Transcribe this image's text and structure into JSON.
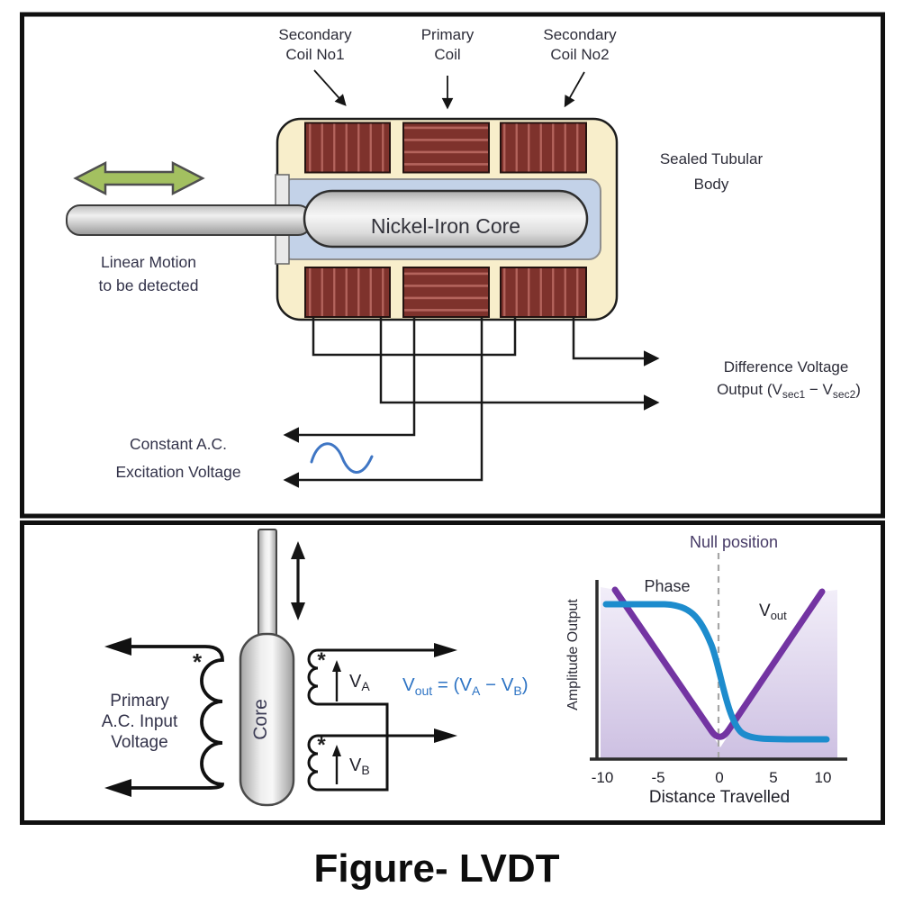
{
  "caption": "Figure- LVDT",
  "top_panel": {
    "coil_labels": {
      "sec1_l1": "Secondary",
      "sec1_l2": "Coil No1",
      "primary_l1": "Primary",
      "primary_l2": "Coil",
      "sec2_l1": "Secondary",
      "sec2_l2": "Coil No2"
    },
    "body_label_l1": "Sealed Tubular",
    "body_label_l2": "Body",
    "core_label": "Nickel-Iron Core",
    "motion_l1": "Linear Motion",
    "motion_l2": "to be detected",
    "output_l1": "Difference Voltage",
    "output_l2": {
      "p1": "Output (V",
      "sub1": "sec1",
      "p2": " − V",
      "sub2": "sec2",
      "p3": ")"
    },
    "excitation_l1": "Constant A.C.",
    "excitation_l2": "Excitation Voltage"
  },
  "bottom_panel": {
    "core_label": "Core",
    "primary_l1": "Primary",
    "primary_l2": "A.C. Input",
    "primary_l3": "Voltage",
    "phase_dot": "*",
    "va": {
      "v": "V",
      "sub": "A"
    },
    "vb": {
      "v": "V",
      "sub": "B"
    },
    "formula": {
      "p1": "V",
      "sub1": "out",
      "p2": " = (V",
      "sub2": "A",
      "p3": " − V",
      "sub3": "B",
      "p4": ")"
    },
    "graph": {
      "title": "Null position",
      "phase_label": "Phase",
      "vout": {
        "v": "V",
        "sub": "out"
      },
      "ylabel": "Amplitude Output",
      "xlabel": "Distance Travelled",
      "ticks": [
        "-10",
        "-5",
        "0",
        "5",
        "10"
      ]
    }
  },
  "chart_data": {
    "type": "line",
    "title": "Null position",
    "xlabel": "Distance Travelled",
    "ylabel": "Amplitude Output",
    "xlim": [
      -10,
      10
    ],
    "x_ticks": [
      -10,
      -5,
      0,
      5,
      10
    ],
    "grid": false,
    "annotations": [
      "Null position (dashed line at x = 0)"
    ],
    "series": [
      {
        "name": "Vout",
        "color": "#7334a2",
        "x": [
          -10,
          0,
          10
        ],
        "y": [
          1.0,
          0.02,
          1.0
        ]
      },
      {
        "name": "Phase",
        "color": "#1d8ccd",
        "x": [
          -10,
          -5,
          -3,
          -1,
          0,
          1,
          2,
          4,
          10
        ],
        "y": [
          0.92,
          0.91,
          0.88,
          0.72,
          0.55,
          0.22,
          0.08,
          0.02,
          0.02
        ]
      }
    ]
  },
  "colors": {
    "body_fill": "#f8eecb",
    "coil_fill": "#7e322c",
    "coil_stripe": "#b4645c",
    "channel_fill": "#c3d2e8",
    "motion_arrow_fill": "#a3c060",
    "sine_blue": "#3f76c4",
    "formula_blue": "#2e74c4",
    "vout_curve": "#7334a2",
    "phase_curve": "#1d8ccd",
    "graph_shade": "#cdc0e2"
  }
}
